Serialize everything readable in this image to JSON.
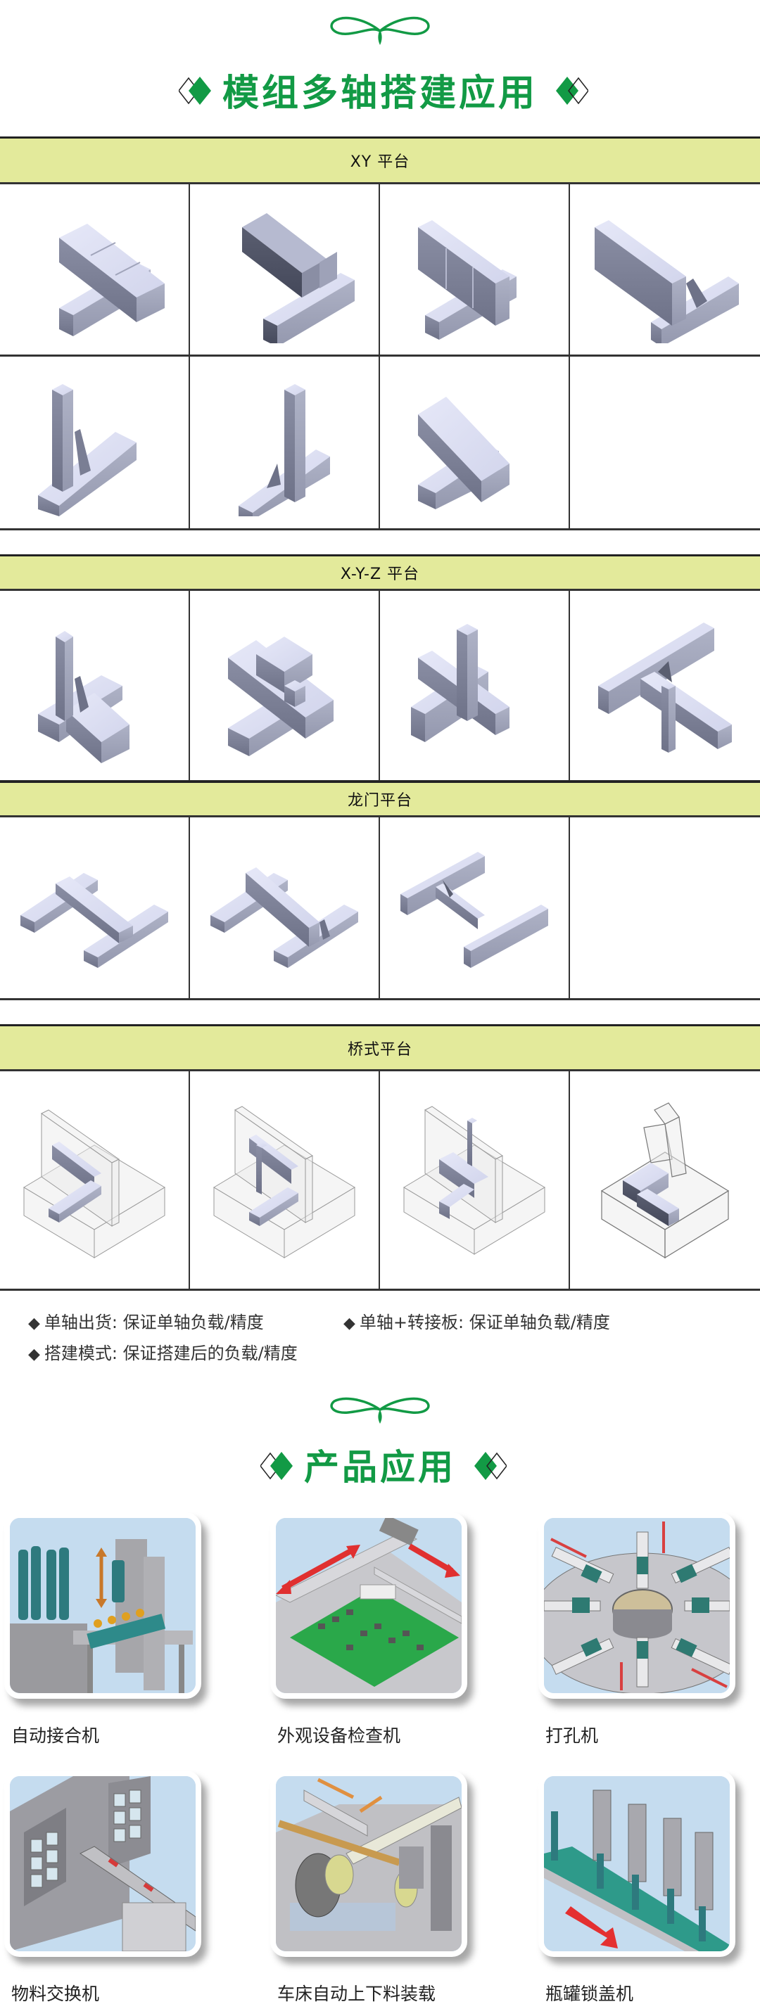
{
  "section1": {
    "title": "模组多轴搭建应用",
    "ornament": "green-swirl-ornament",
    "accent_color": "#129a45",
    "header_bg": "#e3ea9b",
    "groups": [
      {
        "title": "XY 平台",
        "rows": [
          [
            "xy-1",
            "xy-2",
            "xy-3",
            "xy-4"
          ],
          [
            "xy-5",
            "xy-6",
            "xy-7",
            ""
          ]
        ]
      },
      {
        "title": "X-Y-Z 平台",
        "rows": [
          [
            "xyz-1",
            "xyz-2",
            "xyz-3",
            "xyz-4"
          ]
        ]
      },
      {
        "title": "龙门平台",
        "rows": [
          [
            "gantry-1",
            "gantry-2",
            "gantry-3",
            ""
          ]
        ]
      },
      {
        "title": "桥式平台",
        "rows": [
          [
            "bridge-1",
            "bridge-2",
            "bridge-3",
            "bridge-4"
          ]
        ]
      }
    ],
    "notes": [
      {
        "bullet": "◆",
        "text": "单轴出货: 保证单轴负载/精度"
      },
      {
        "bullet": "◆",
        "text": "单轴+转接板: 保证单轴负载/精度"
      },
      {
        "bullet": "◆",
        "text": "搭建模式: 保证搭建后的负载/精度"
      }
    ]
  },
  "section2": {
    "title": "产品应用",
    "applications": [
      {
        "label": "自动接合机"
      },
      {
        "label": "外观设备检查机"
      },
      {
        "label": "打孔机"
      },
      {
        "label": "物料交换机"
      },
      {
        "label": "车床自动上下料装载"
      },
      {
        "label": "瓶罐锁盖机"
      }
    ]
  }
}
